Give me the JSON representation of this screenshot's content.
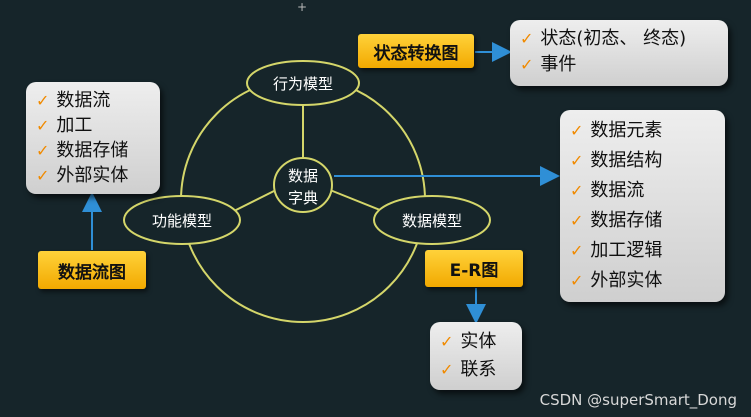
{
  "center": {
    "line1": "数据",
    "line2": "字典"
  },
  "behavior_model": "行为模型",
  "function_model": "功能模型",
  "data_model": "数据模型",
  "state_diagram": {
    "label": "状态转换图",
    "items": [
      "状态(初态、 终态)",
      "事件"
    ]
  },
  "dfd": {
    "label": "数据流图",
    "items": [
      "数据流",
      "加工",
      "数据存储",
      "外部实体"
    ]
  },
  "er": {
    "label": "E-R图",
    "items": [
      "实体",
      "联系"
    ]
  },
  "dictionary_items": [
    "数据元素",
    "数据结构",
    "数据流",
    "数据存储",
    "加工逻辑",
    "外部实体"
  ],
  "check_icon": "check-mark-icon",
  "colors": {
    "background": "#16252a",
    "circle": "#d4d66a",
    "arrow": "#2f8fd6",
    "orange": "#f5b400",
    "check": "#f08a00"
  },
  "watermark": "CSDN @superSmart_Dong"
}
